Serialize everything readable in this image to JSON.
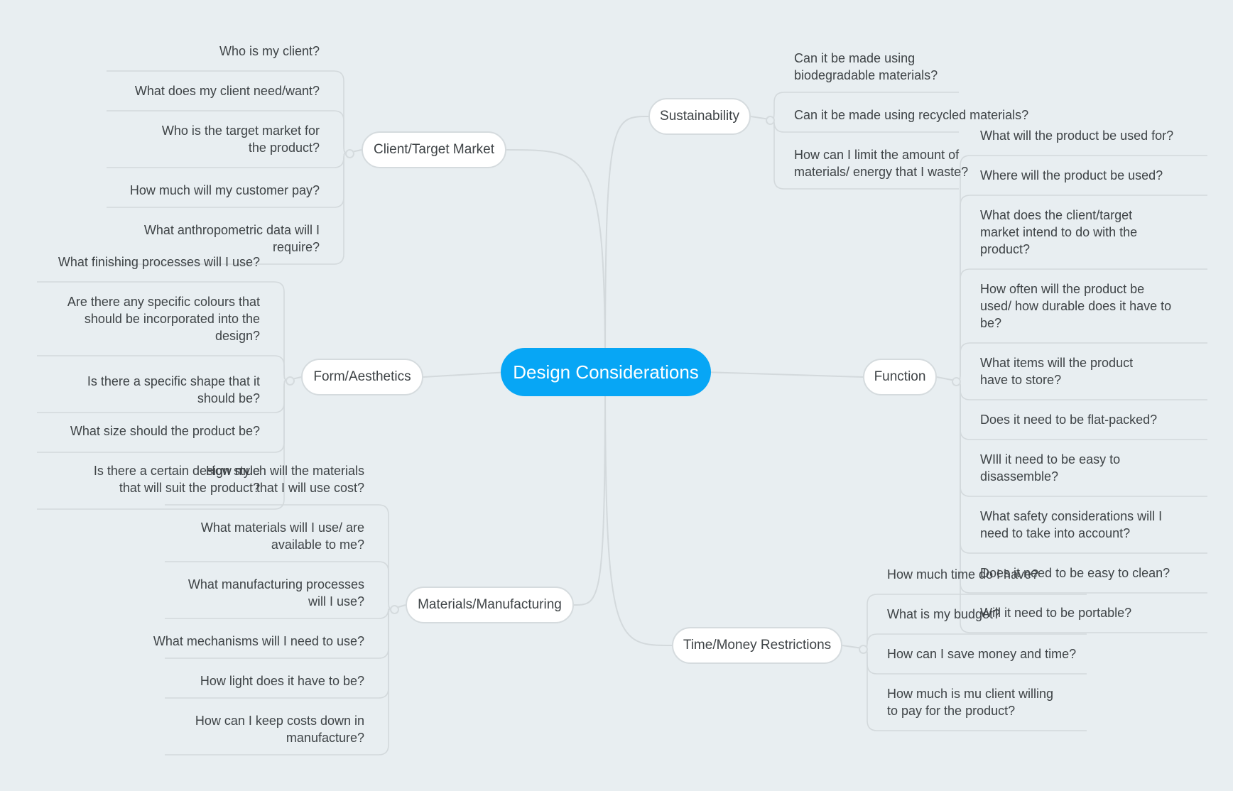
{
  "root": {
    "label": "Design Considerations"
  },
  "branches": {
    "client": {
      "label": "Client/Target Market",
      "items": [
        "Who is my client?",
        "What does my client need/want?",
        "Who is the target market for\nthe product?",
        "How much will my customer pay?",
        "What anthropometric data will I\nrequire?"
      ]
    },
    "form": {
      "label": "Form/Aesthetics",
      "items": [
        "What finishing processes will I use?",
        "Are there any specific colours that\nshould be incorporated into the\ndesign?",
        "Is there a specific shape that it\nshould be?",
        "What size should the product be?",
        "Is there a certain design style\nthat will suit the product?"
      ]
    },
    "materials": {
      "label": "Materials/Manufacturing",
      "items": [
        "How much will the materials\nthat I will use cost?",
        "What materials will I use/ are\navailable to me?",
        "What manufacturing processes\nwill I use?",
        "What mechanisms will I need to use?",
        "How light does it have to be?",
        "How can I keep costs down in\nmanufacture?"
      ]
    },
    "sustainability": {
      "label": "Sustainability",
      "items": [
        "Can it be made using\nbiodegradable materials?",
        "Can it be made using recycled materials?",
        "How can I limit the amount of\nmaterials/ energy that I waste?"
      ]
    },
    "function": {
      "label": "Function",
      "items": [
        "What will the product be used for?",
        "Where will the product be used?",
        "What does the client/target\nmarket intend to do with the\nproduct?",
        "How often will the product be\nused/ how durable does it have to\nbe?",
        "What items will the product\nhave to store?",
        "Does it need to be flat-packed?",
        "WIll it need to be easy to\ndisassemble?",
        "What safety considerations will I\nneed to take into account?",
        "Does it need to be easy to clean?",
        "Will it need to be portable?"
      ]
    },
    "time": {
      "label": "Time/Money Restrictions",
      "items": [
        "How much time do I have?",
        "What is my budget?",
        "How can I save money and time?",
        "How much is mu client willing\nto pay for the product?"
      ]
    }
  }
}
